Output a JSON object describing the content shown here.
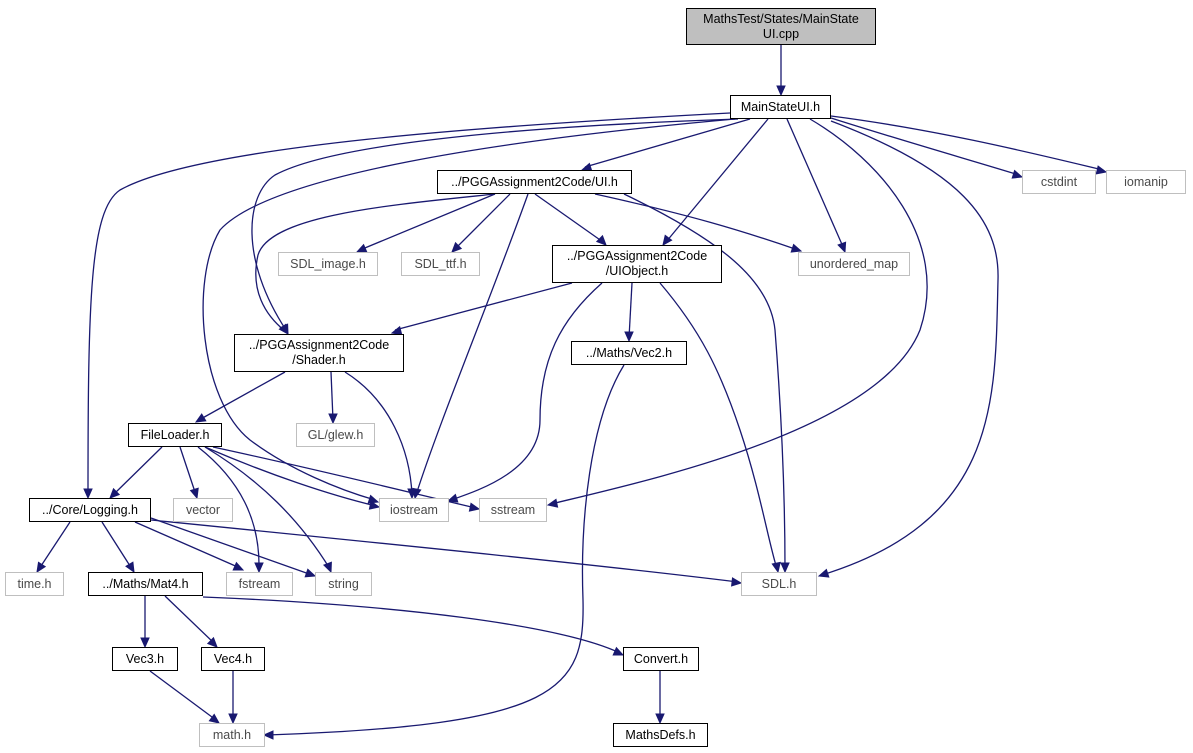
{
  "diagram": {
    "nodes": {
      "root": [
        "MathsTest/States/MainState",
        "UI.cpp"
      ],
      "mainstate_ui_h": [
        "MainStateUI.h"
      ],
      "ui_h": [
        "../PGGAssignment2Code/UI.h"
      ],
      "cstdint": [
        "cstdint"
      ],
      "iomanip": [
        "iomanip"
      ],
      "sdl_image": [
        "SDL_image.h"
      ],
      "sdl_ttf": [
        "SDL_ttf.h"
      ],
      "uiobject_h": [
        "../PGGAssignment2Code",
        "/UIObject.h"
      ],
      "unordered_map": [
        "unordered_map"
      ],
      "shader_h": [
        "../PGGAssignment2Code",
        "/Shader.h"
      ],
      "vec2_h": [
        "../Maths/Vec2.h"
      ],
      "fileloader_h": [
        "FileLoader.h"
      ],
      "glew_h": [
        "GL/glew.h"
      ],
      "logging_h": [
        "../Core/Logging.h"
      ],
      "vector": [
        "vector"
      ],
      "iostream": [
        "iostream"
      ],
      "sstream": [
        "sstream"
      ],
      "time_h": [
        "time.h"
      ],
      "mat4_h": [
        "../Maths/Mat4.h"
      ],
      "fstream": [
        "fstream"
      ],
      "string": [
        "string"
      ],
      "sdl_h": [
        "SDL.h"
      ],
      "vec3_h": [
        "Vec3.h"
      ],
      "vec4_h": [
        "Vec4.h"
      ],
      "convert_h": [
        "Convert.h"
      ],
      "math_h": [
        "math.h"
      ],
      "mathsdefs_h": [
        "MathsDefs.h"
      ]
    }
  }
}
